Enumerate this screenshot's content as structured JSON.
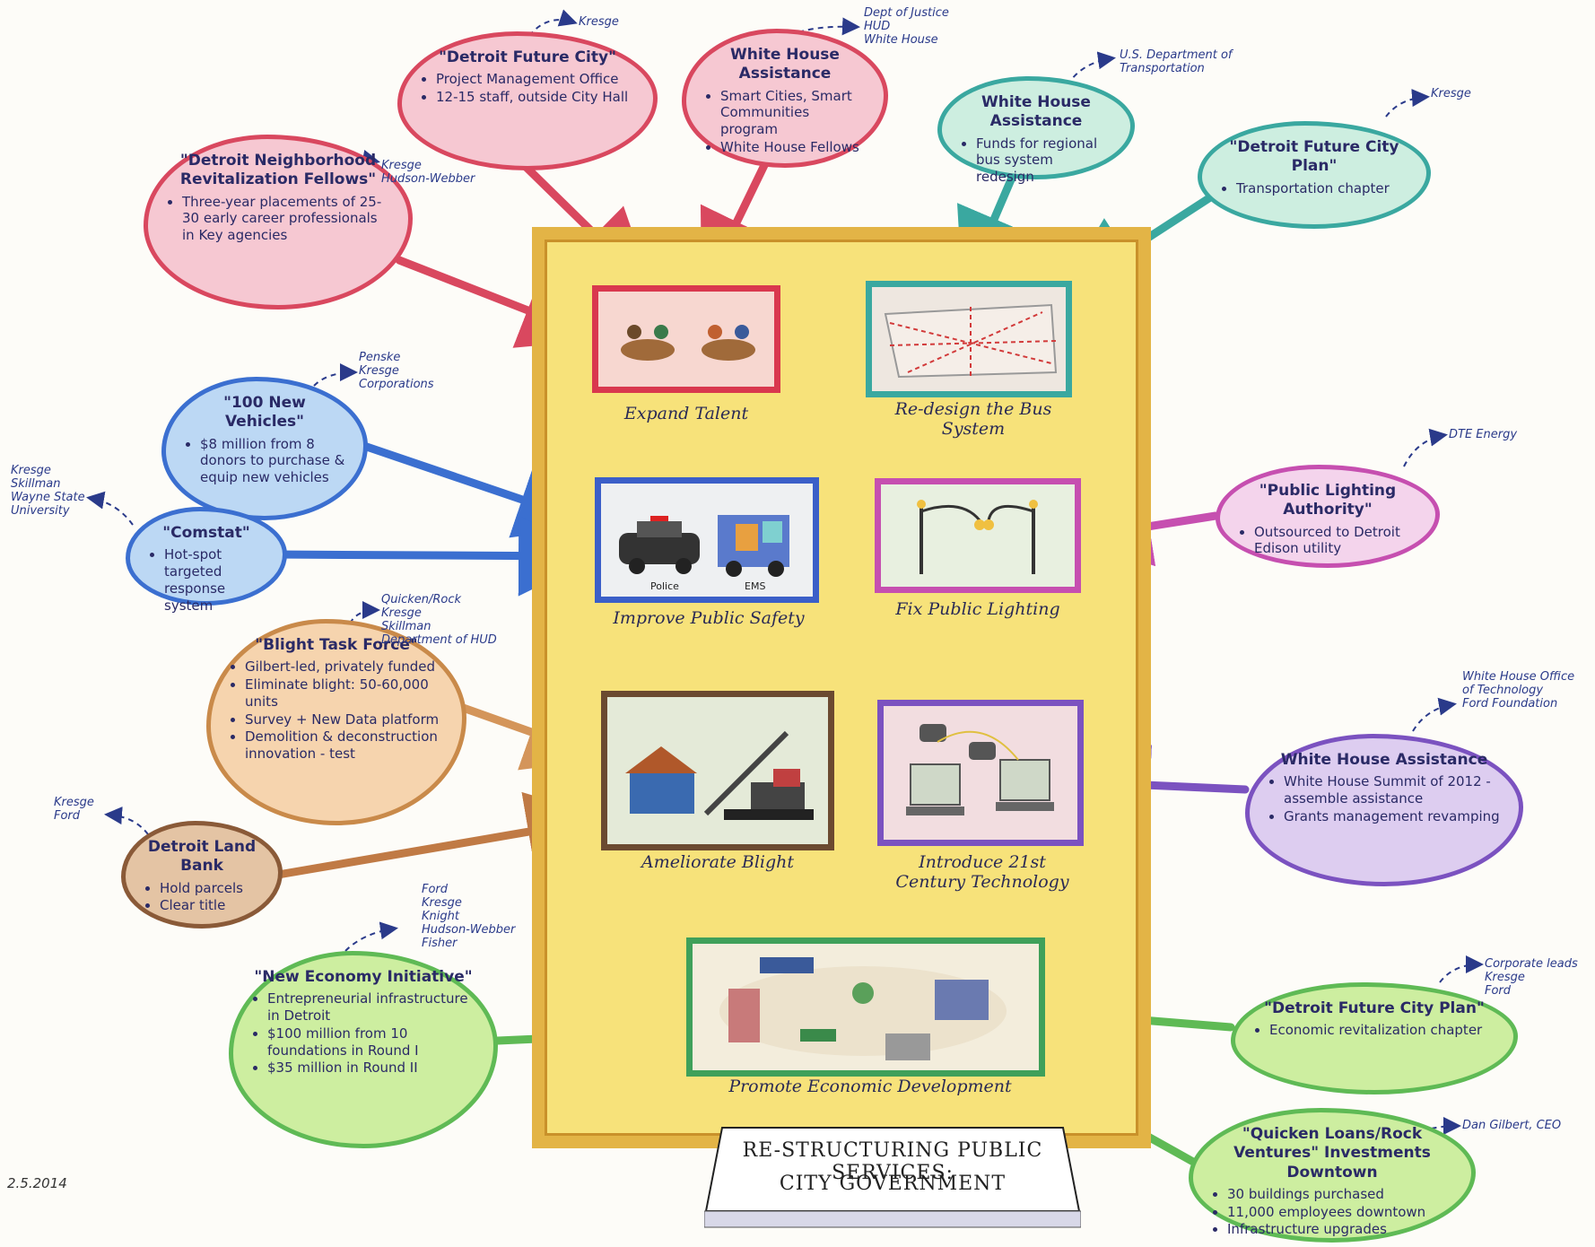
{
  "title": {
    "line1": "RE-STRUCTURING PUBLIC SERVICES:",
    "line2": "CITY GOVERNMENT"
  },
  "signature": "2.5.2014",
  "initiatives": {
    "expand_talent": "Expand Talent",
    "redesign_bus": "Re-design the Bus System",
    "public_safety": "Improve Public Safety",
    "police_label": "Police",
    "ems_label": "EMS",
    "public_lighting": "Fix Public Lighting",
    "blight": "Ameliorate Blight",
    "technology": "Introduce 21st Century Technology",
    "economic": "Promote Economic Development"
  },
  "clouds": {
    "dfc_pmo": {
      "title": "\"Detroit Future City\"",
      "items": [
        "Project Management Office",
        "12-15 staff, outside City Hall"
      ],
      "funders": [
        "Kresge"
      ]
    },
    "wh_smart": {
      "title": "White House Assistance",
      "items": [
        "Smart Cities, Smart Communities program",
        "White House Fellows"
      ],
      "funders": [
        "Dept of Justice",
        "HUD",
        "White House"
      ]
    },
    "revitalization": {
      "title": "\"Detroit Neighborhood Revitalization Fellows\"",
      "items": [
        "Three-year placements of 25-30 early career professionals in Key agencies"
      ],
      "funders": [
        "Kresge",
        "Hudson-Webber"
      ]
    },
    "wh_bus": {
      "title": "White House Assistance",
      "items": [
        "Funds for regional bus system redesign"
      ],
      "funders": [
        "U.S. Department of Transportation"
      ]
    },
    "dfc_transport": {
      "title": "\"Detroit Future City Plan\"",
      "items": [
        "Transportation chapter"
      ],
      "funders": [
        "Kresge"
      ]
    },
    "vehicles": {
      "title": "\"100 New Vehicles\"",
      "items": [
        "$8 million from 8 donors to purchase & equip new vehicles"
      ],
      "funders": [
        "Penske",
        "Kresge",
        "Corporations"
      ]
    },
    "comstat": {
      "title": "\"Comstat\"",
      "items": [
        "Hot-spot targeted response system"
      ],
      "funders": [
        "Kresge",
        "Skillman",
        "Wayne State University"
      ]
    },
    "lighting": {
      "title": "\"Public Lighting Authority\"",
      "items": [
        "Outsourced to Detroit Edison utility"
      ],
      "funders": [
        "DTE Energy"
      ]
    },
    "blight_tf": {
      "title": "\"Blight Task Force\"",
      "items": [
        "Gilbert-led, privately funded",
        "Eliminate blight: 50-60,000 units",
        "Survey + New Data platform",
        "Demolition & deconstruction innovation - test"
      ],
      "funders": [
        "Quicken/Rock",
        "Kresge",
        "Skillman",
        "Department of HUD"
      ]
    },
    "land_bank": {
      "title": "Detroit Land Bank",
      "items": [
        "Hold parcels",
        "Clear title"
      ],
      "funders": [
        "Kresge",
        "Ford"
      ]
    },
    "wh_tech": {
      "title": "White House Assistance",
      "items": [
        "White House Summit of 2012 - assemble assistance",
        "Grants management revamping"
      ],
      "funders": [
        "White House Office of Technology",
        "Ford Foundation"
      ]
    },
    "new_economy": {
      "title": "\"New Economy Initiative\"",
      "items": [
        "Entrepreneurial infrastructure in Detroit",
        "$100 million from 10 foundations in Round I",
        "$35 million in Round II"
      ],
      "funders": [
        "Ford",
        "Kresge",
        "Knight",
        "Hudson-Webber",
        "Fisher"
      ]
    },
    "dfc_economic": {
      "title": "\"Detroit Future City Plan\"",
      "items": [
        "Economic revitalization chapter"
      ],
      "funders": [
        "Corporate leads",
        "Kresge",
        "Ford"
      ]
    },
    "quicken": {
      "title": "\"Quicken Loans/Rock Ventures\" Investments Downtown",
      "items": [
        "30 buildings purchased",
        "11,000 employees downtown",
        "Infrastructure upgrades"
      ],
      "funders": [
        "Dan Gilbert, CEO"
      ]
    }
  }
}
